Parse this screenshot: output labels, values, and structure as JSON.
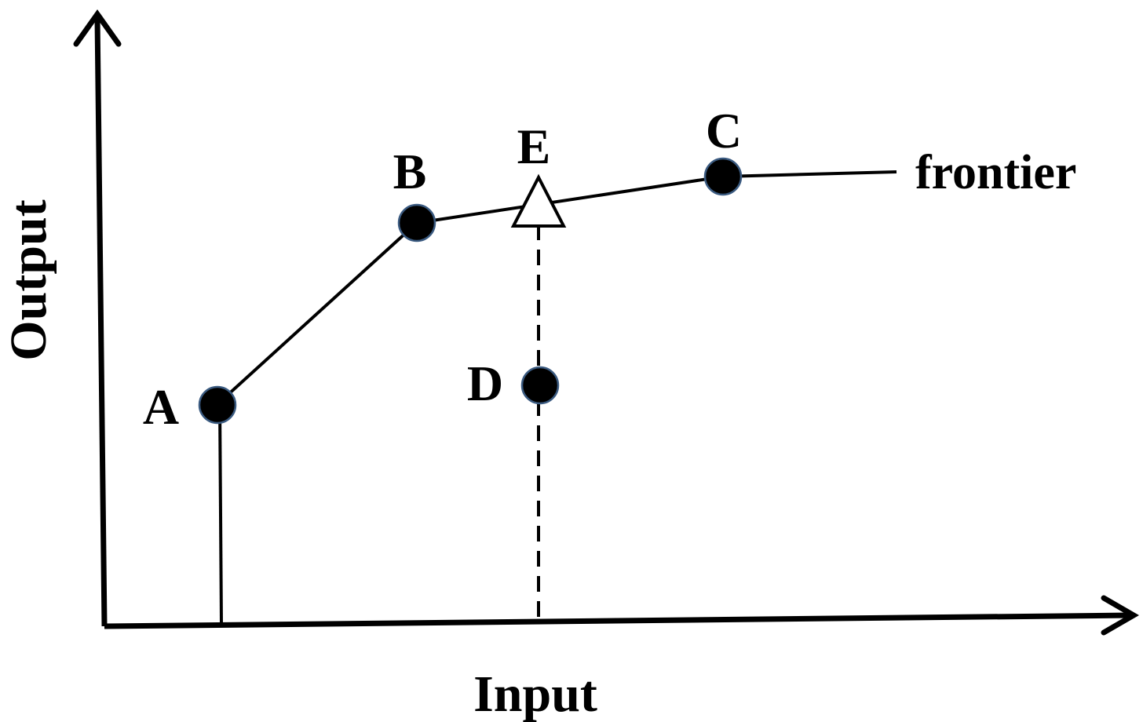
{
  "axes": {
    "x_label": "Input",
    "y_label": "Output"
  },
  "frontier": {
    "label": "frontier"
  },
  "points": {
    "A": {
      "label": "A"
    },
    "B": {
      "label": "B"
    },
    "C": {
      "label": "C"
    },
    "D": {
      "label": "D"
    },
    "E": {
      "label": "E"
    }
  },
  "colors": {
    "ink": "#000000",
    "point_fill": "#000000",
    "point_outline": "#3a5a80",
    "triangle_fill": "#ffffff"
  }
}
